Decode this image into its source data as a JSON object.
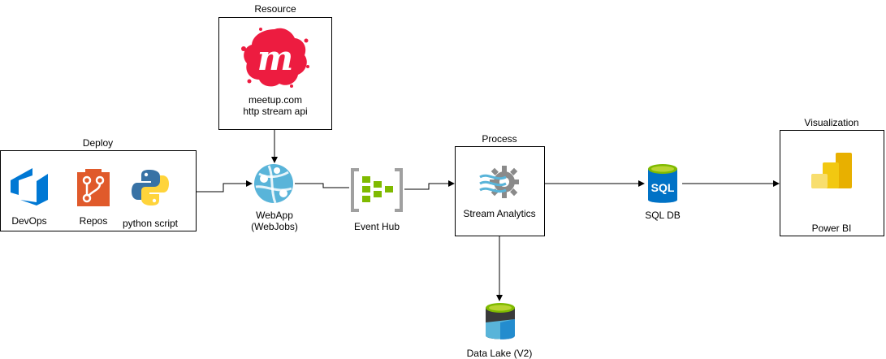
{
  "groups": {
    "resource": "Resource",
    "deploy": "Deploy",
    "process": "Process",
    "visualization": "Visualization"
  },
  "nodes": {
    "meetup_line1": "meetup.com",
    "meetup_line2": "http stream api",
    "devops": "DevOps",
    "repos": "Repos",
    "python": "python script",
    "webapp_line1": "WebApp",
    "webapp_line2": "(WebJobs)",
    "eventhub": "Event Hub",
    "stream_analytics": "Stream Analytics",
    "sqldb": "SQL DB",
    "datalake": "Data Lake (V2)",
    "powerbi": "Power BI"
  },
  "icon_text": {
    "meetup": "m",
    "sql": "SQL"
  },
  "colors": {
    "meetup": "#ED1C40",
    "devops": "#0078D4",
    "repos": "#E05A2B",
    "python_blue": "#3872A5",
    "python_yellow": "#FFD43B",
    "azure_blue": "#59B4D9",
    "eventhub_green": "#7FBA00",
    "sql_blue": "#0072C6",
    "powerbi_yellow": "#F2C811"
  }
}
